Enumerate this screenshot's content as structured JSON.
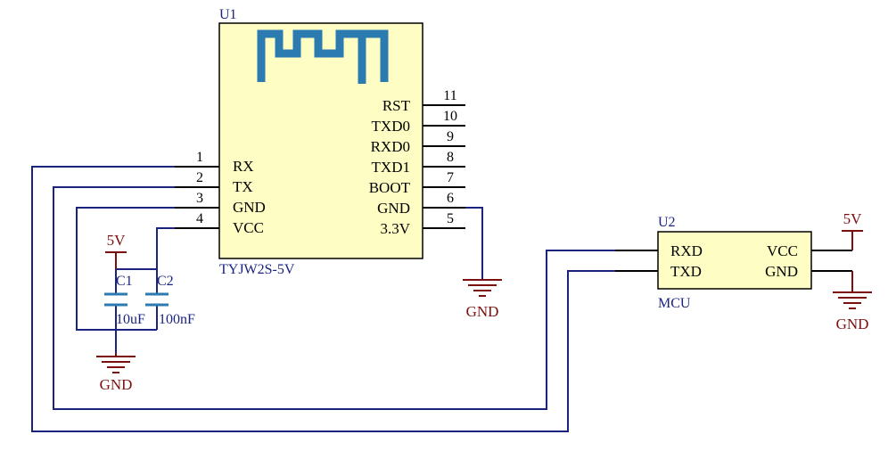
{
  "schematic": {
    "u1": {
      "designator": "U1",
      "part": "TYJW2S-5V",
      "left_pins": [
        {
          "num": "1",
          "name": "RX"
        },
        {
          "num": "2",
          "name": "TX"
        },
        {
          "num": "3",
          "name": "GND"
        },
        {
          "num": "4",
          "name": "VCC"
        }
      ],
      "right_pins": [
        {
          "num": "11",
          "name": "RST"
        },
        {
          "num": "10",
          "name": "TXD0"
        },
        {
          "num": "9",
          "name": "RXD0"
        },
        {
          "num": "8",
          "name": "TXD1"
        },
        {
          "num": "7",
          "name": "BOOT"
        },
        {
          "num": "6",
          "name": "GND"
        },
        {
          "num": "5",
          "name": "3.3V"
        }
      ]
    },
    "u2": {
      "designator": "U2",
      "part": "MCU",
      "left_pins": [
        "RXD",
        "TXD"
      ],
      "right_pins": [
        "VCC",
        "GND"
      ]
    },
    "c1": {
      "designator": "C1",
      "value": "10uF"
    },
    "c2": {
      "designator": "C2",
      "value": "100nF"
    },
    "power": {
      "vcc_left": "5V",
      "vcc_right": "5V",
      "gnd_left": "GND",
      "gnd_mid": "GND",
      "gnd_right": "GND"
    },
    "colors": {
      "wire": "#1a237e",
      "power": "#7b1010",
      "part_fill": "#fdfdc4",
      "antenna": "#2b7ab0"
    }
  }
}
